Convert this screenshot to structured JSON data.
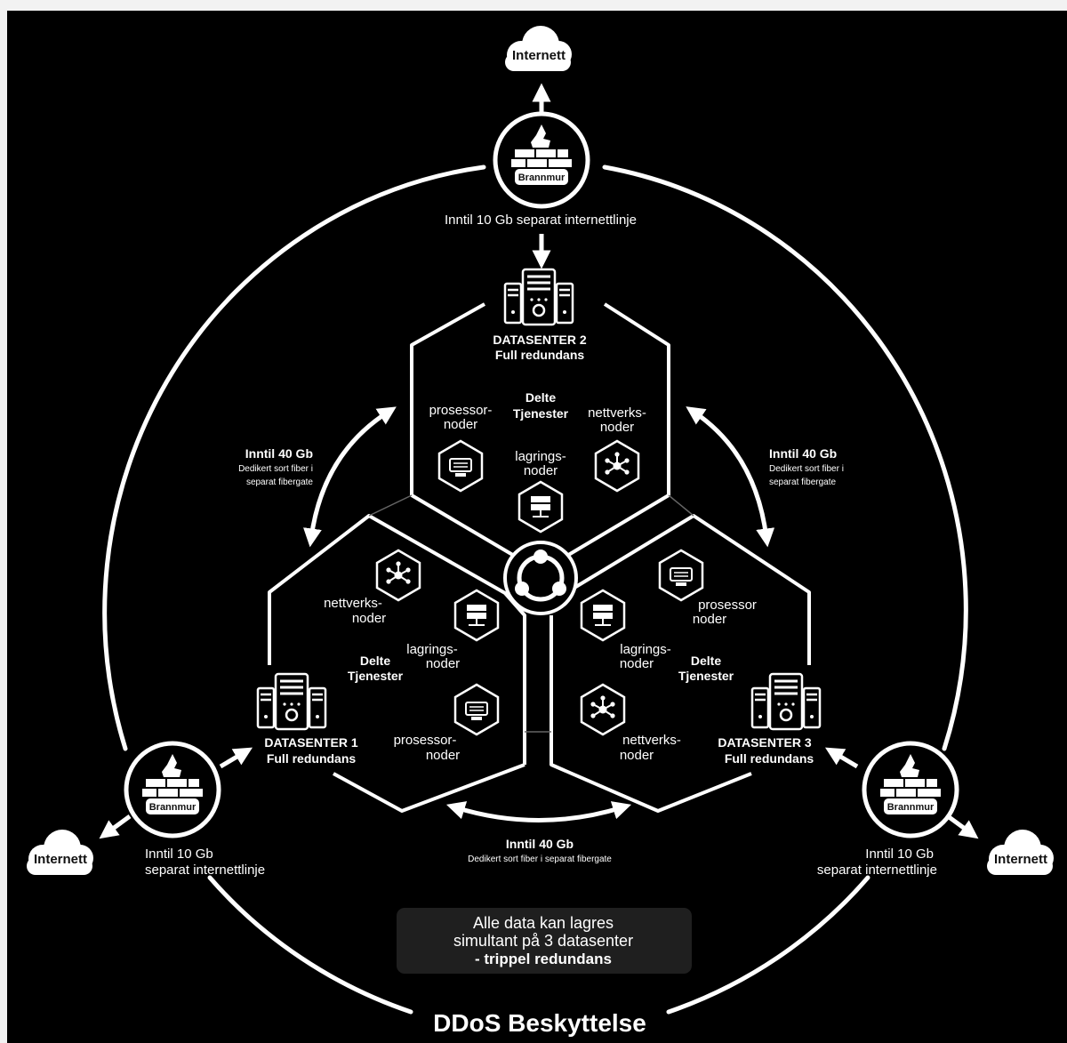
{
  "colors": {
    "background": "#000000",
    "foreground": "#ffffff",
    "frame": "#f2f2f2"
  },
  "clouds": {
    "top": "Internett",
    "left": "Internett",
    "right": "Internett"
  },
  "firewalls": {
    "top": "Brannmur",
    "left": "Brannmur",
    "right": "Brannmur"
  },
  "internet_lines": {
    "top": "Inntil 10 Gb separat internettlinje",
    "left_1": "Inntil 10 Gb",
    "left_2": "separat internettlinje",
    "right_1": "Inntil 10 Gb",
    "right_2": "separat internettlinje"
  },
  "datacenters": {
    "dc2": {
      "name": "DATASENTER 2",
      "sub": "Full redundans"
    },
    "dc1": {
      "name": "DATASENTER 1",
      "sub": "Full redundans"
    },
    "dc3": {
      "name": "DATASENTER 3",
      "sub": "Full redundans"
    }
  },
  "services": {
    "line1": "Delte",
    "line2": "Tjenester"
  },
  "nodes": {
    "proc_1": "prosessor-",
    "proc_1b": "prosessor",
    "proc_2": "noder",
    "net_1": "nettverks-",
    "net_2": "noder",
    "stor_1": "lagrings-",
    "stor_2": "noder"
  },
  "fiber_links": {
    "left": {
      "title": "Inntil 40 Gb",
      "line1": "Dedikert sort fiber i",
      "line2": "separat fibergate"
    },
    "right": {
      "title": "Inntil 40 Gb",
      "line1": "Dedikert sort fiber i",
      "line2": "separat fibergate"
    },
    "bottom": {
      "title": "Inntil 40 Gb",
      "line1": "Dedikert sort fiber i separat fibergate"
    }
  },
  "note": {
    "line1": "Alle data kan lagres",
    "line2": "simultant på 3 datasenter",
    "line3": "- trippel redundans"
  },
  "footer_title": "DDoS Beskyttelse",
  "icons": [
    "cloud-icon",
    "firewall-icon",
    "server-rack-icon",
    "cpu-icon",
    "network-icon",
    "storage-icon",
    "sync-icon"
  ]
}
